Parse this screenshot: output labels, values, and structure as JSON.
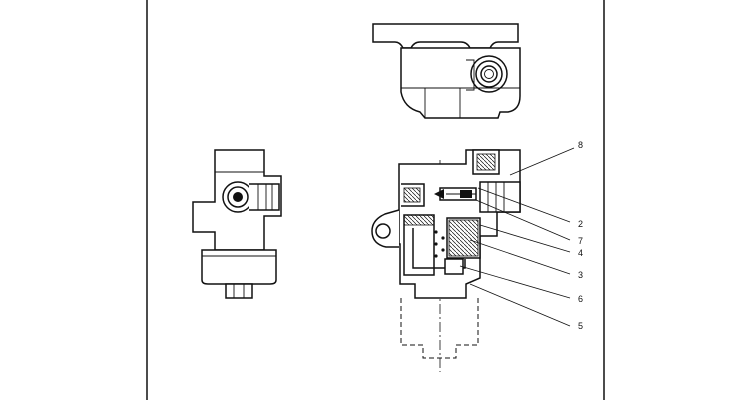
{
  "callouts": [
    "8",
    "2",
    "7",
    "4",
    "3",
    "6",
    "5"
  ]
}
